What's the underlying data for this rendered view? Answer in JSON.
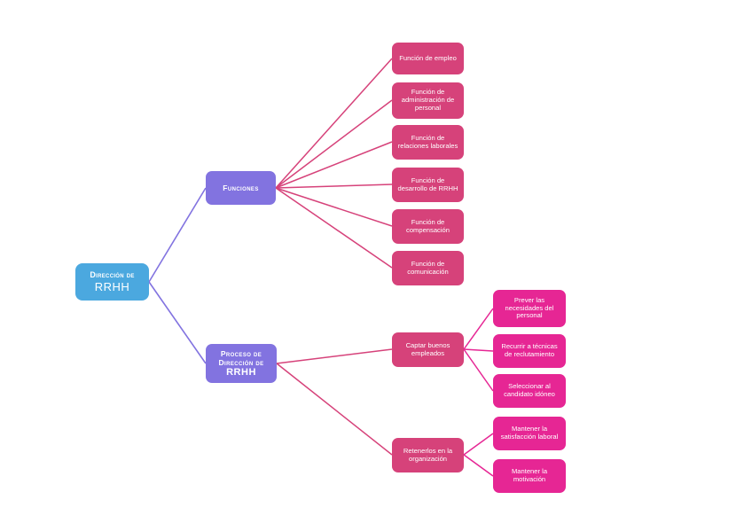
{
  "diagram": {
    "title": "Dirección de RRHH",
    "type": "mind-map",
    "background": "#ffffff",
    "colors": {
      "root": "#4ba8df",
      "branch": "#8273e0",
      "level2": "#d6427a",
      "level3": "#e62694",
      "edge_root": "#8273e0",
      "edge_branch": "#d6427a",
      "edge_level2": "#e62694",
      "node_text": "#ffffff"
    }
  },
  "root": {
    "label_line1": "Dirección de",
    "label_line2": "RRHH"
  },
  "branches": [
    {
      "id": "funciones",
      "label": "Funciones",
      "children": [
        {
          "id": "f-empleo",
          "label": "Función de empleo"
        },
        {
          "id": "f-administracion",
          "label": "Función de\nadministración de\npersonal"
        },
        {
          "id": "f-relaciones",
          "label": "Función de\nrelaciones laborales"
        },
        {
          "id": "f-desarrollo",
          "label": "Función de\ndesarrollo de RRHH"
        },
        {
          "id": "f-compensacion",
          "label": "Función de\ncompensación"
        },
        {
          "id": "f-comunicacion",
          "label": "Función de\ncomunicación"
        }
      ]
    },
    {
      "id": "proceso",
      "label_line1": "Proceso de",
      "label_line2": "Dirección de",
      "label_line3": "RRHH",
      "children": [
        {
          "id": "captar",
          "label": "Captar buenos\nempleados",
          "children": [
            {
              "id": "prever",
              "label": "Prever las\nnecesidades del\npersonal"
            },
            {
              "id": "recurrir",
              "label": "Recurrir a técnicas\nde reclutamiento"
            },
            {
              "id": "seleccionar",
              "label": "Seleccionar al\ncandidato idóneo"
            }
          ]
        },
        {
          "id": "retenerlos",
          "label": "Retenerlos en la\norganización",
          "children": [
            {
              "id": "satisfaccion",
              "label": "Mantener la\nsatisfacción laboral"
            },
            {
              "id": "motivacion",
              "label": "Mantener la\nmotivación"
            }
          ]
        }
      ]
    }
  ]
}
